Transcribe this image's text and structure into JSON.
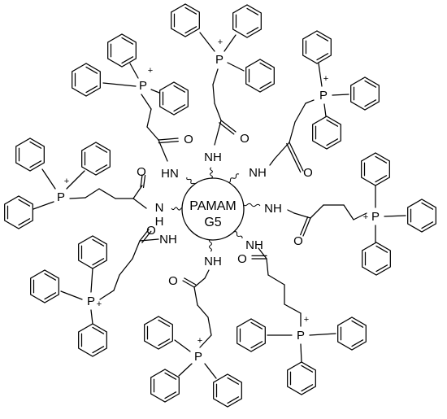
{
  "core": {
    "line1": "PAMAM",
    "line2": "G5"
  },
  "atoms": {
    "nh": "NH",
    "hn": "HN",
    "n": "N",
    "h": "H",
    "o": "O",
    "p": "P",
    "plus": "+"
  }
}
